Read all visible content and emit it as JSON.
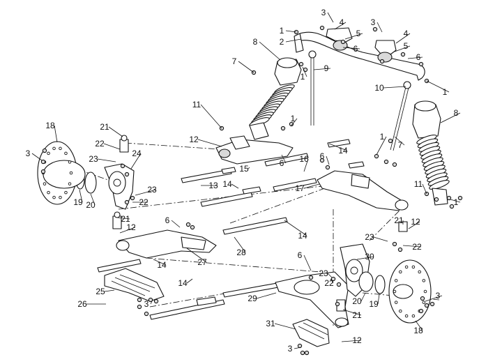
{
  "diagram": {
    "callouts": [
      "1",
      "2",
      "3",
      "4",
      "5",
      "6",
      "7",
      "8",
      "9",
      "10",
      "11",
      "12",
      "13",
      "14",
      "15",
      "16",
      "17",
      "18",
      "19",
      "20",
      "21",
      "22",
      "23",
      "24",
      "25",
      "26",
      "27",
      "28",
      "29",
      "30",
      "31"
    ]
  }
}
